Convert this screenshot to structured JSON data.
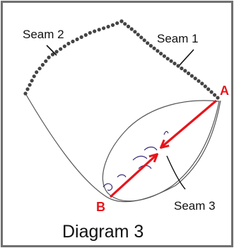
{
  "labels": {
    "seam1": "Seam 1",
    "seam2": "Seam 2",
    "seam3": "Seam 3",
    "point_a": "A",
    "point_b": "B",
    "title": "Diagram 3"
  },
  "colors": {
    "frame": "#6f6f6f",
    "outline": "#555555",
    "seam_dots": "#444444",
    "arrow": "#e8141b",
    "point_label": "#e8141b",
    "stitch_marks": "#3a2a7a",
    "text": "#111111"
  }
}
